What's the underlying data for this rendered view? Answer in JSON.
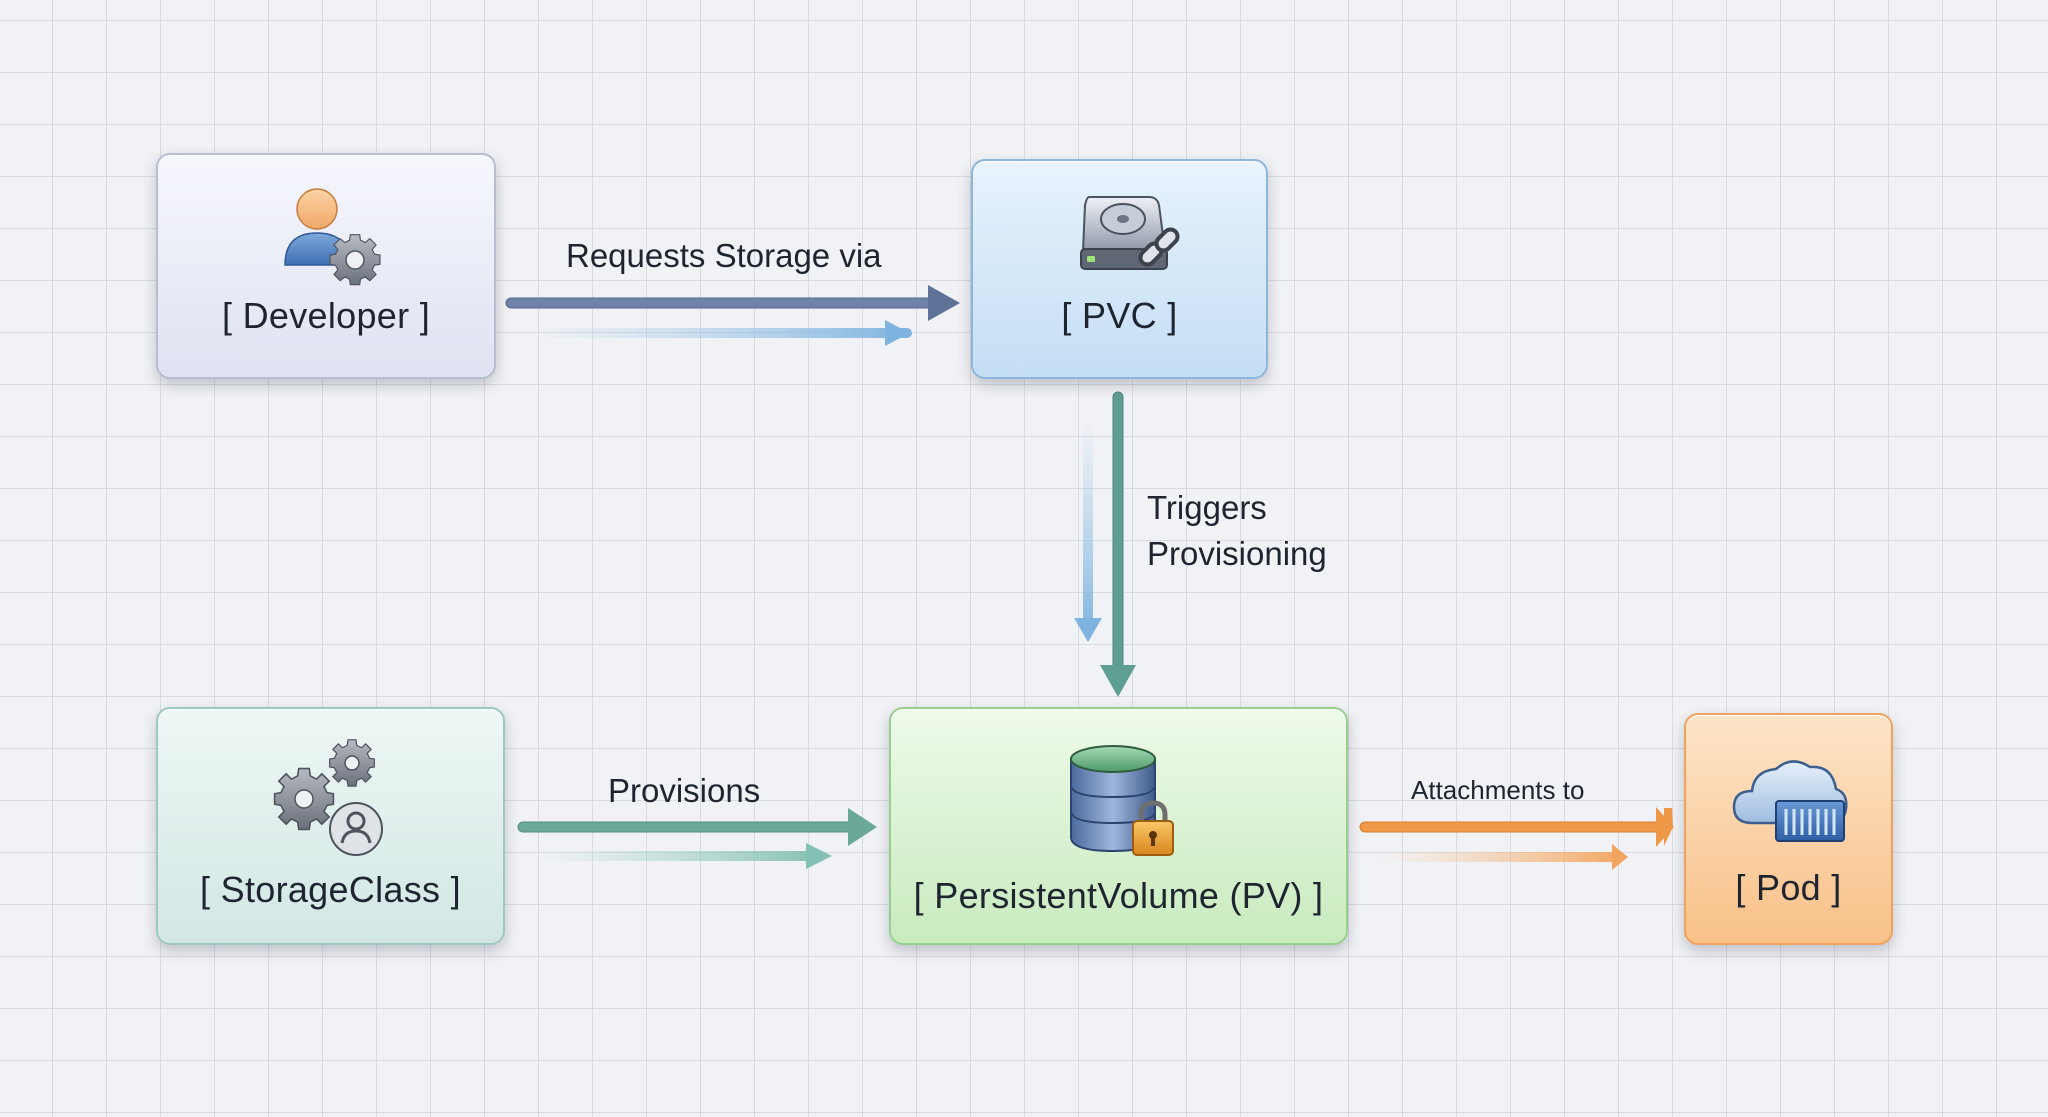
{
  "nodes": {
    "developer": {
      "label": "[ Developer ]",
      "icon": "user-gear-icon"
    },
    "pvc": {
      "label": "[ PVC ]",
      "icon": "disk-link-icon"
    },
    "storageclass": {
      "label": "[ StorageClass ]",
      "icon": "gears-user-icon"
    },
    "pv": {
      "label": "[ PersistentVolume (PV) ]",
      "icon": "database-lock-icon"
    },
    "pod": {
      "label": "[ Pod ]",
      "icon": "cloud-container-icon"
    }
  },
  "edges": {
    "requests": {
      "from": "developer",
      "to": "pvc",
      "label": "Requests Storage via",
      "color": "#6a7ea6"
    },
    "triggers": {
      "from": "pvc",
      "to": "pv",
      "label": "Triggers Provisioning",
      "color": "#5f9e92"
    },
    "provisions": {
      "from": "storageclass",
      "to": "pv",
      "label": "Provisions",
      "color": "#6aa89a"
    },
    "attach": {
      "from": "pv",
      "to": "pod",
      "label": "Attachments to",
      "color": "#ee9848"
    }
  }
}
